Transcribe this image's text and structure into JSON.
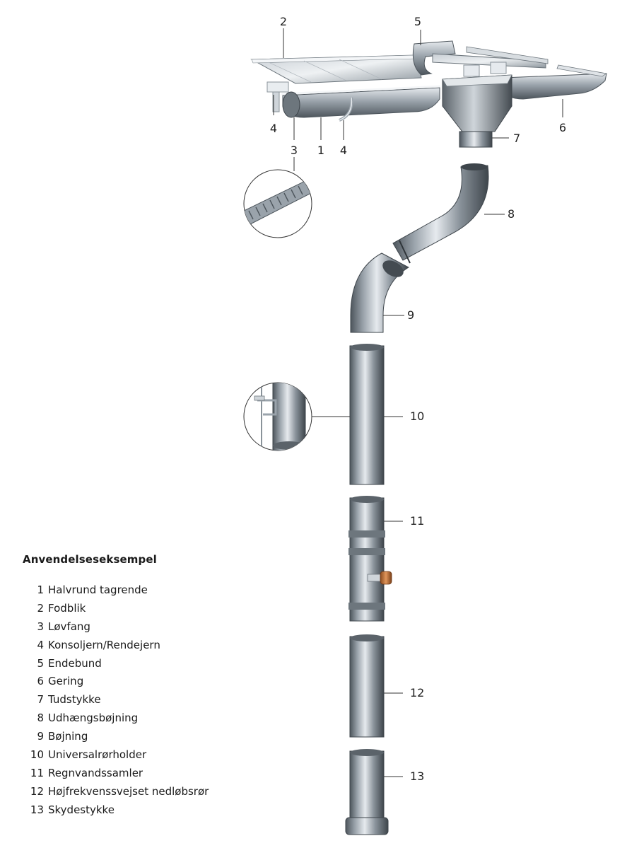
{
  "callouts": {
    "c1": "1",
    "c2": "2",
    "c3": "3",
    "c4a": "4",
    "c4b": "4",
    "c5": "5",
    "c6": "6",
    "c7": "7",
    "c8": "8",
    "c9": "9",
    "c10": "10",
    "c11": "11",
    "c12": "12",
    "c13": "13"
  },
  "legend": {
    "title": "Anvendelseseksempel",
    "items": [
      {
        "num": "1",
        "label": "Halvrund tagrende"
      },
      {
        "num": "2",
        "label": "Fodblik"
      },
      {
        "num": "3",
        "label": "Løvfang"
      },
      {
        "num": "4",
        "label": "Konsoljern/Rendejern"
      },
      {
        "num": "5",
        "label": "Endebund"
      },
      {
        "num": "6",
        "label": "Gering"
      },
      {
        "num": "7",
        "label": "Tudstykke"
      },
      {
        "num": "8",
        "label": "Udhængsbøjning"
      },
      {
        "num": "9",
        "label": "Bøjning"
      },
      {
        "num": "10",
        "label": "Universalrørholder"
      },
      {
        "num": "11",
        "label": "Regnvandssamler"
      },
      {
        "num": "12",
        "label": "Højfrekvenssvejset nedløbsrør"
      },
      {
        "num": "13",
        "label": "Skydestykke"
      }
    ]
  },
  "colors": {
    "metal_light": "#e6eaee",
    "metal_mid": "#9aa3ab",
    "metal_dark": "#4d555c",
    "copper": "#c9763a"
  }
}
